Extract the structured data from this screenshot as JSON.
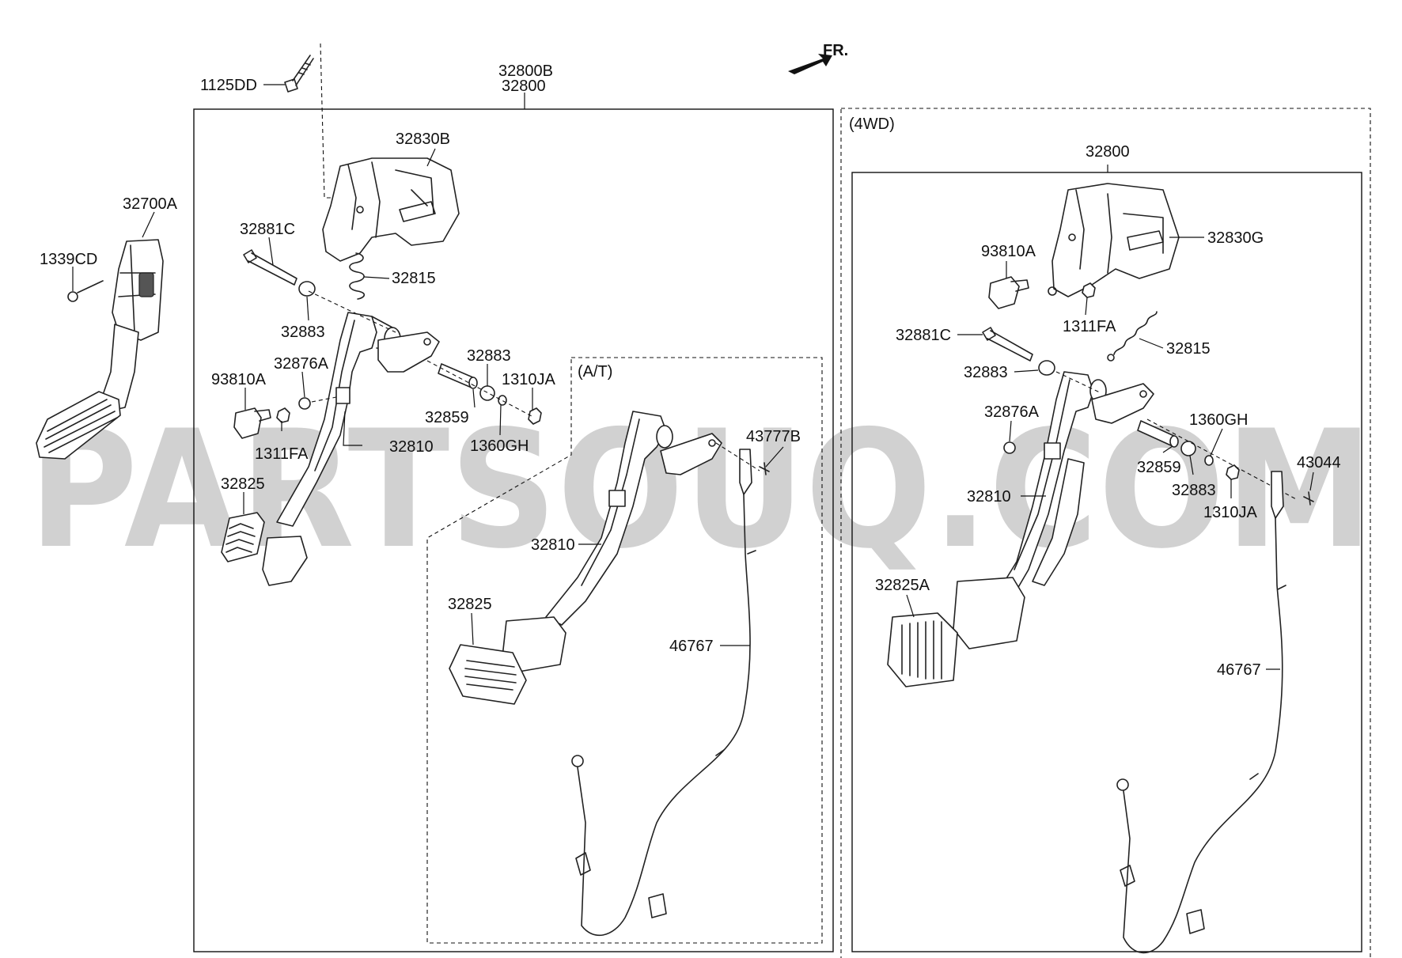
{
  "orientation": {
    "label": "FR."
  },
  "watermark": "PARTSOUQ.COM",
  "sections": {
    "at": "(A/T)",
    "fwd": "(4WD)"
  },
  "labels": {
    "p1125DD": "1125DD",
    "p32800B": "32800B",
    "p32800": "32800",
    "p32830B": "32830B",
    "p32700A": "32700A",
    "p32881C": "32881C",
    "p1339CD": "1339CD",
    "p32815": "32815",
    "p32883a": "32883",
    "p32883b": "32883",
    "p32876A": "32876A",
    "p93810A": "93810A",
    "p1310JA": "1310JA",
    "p32859": "32859",
    "p1360GH": "1360GH",
    "p1311FA": "1311FA",
    "p32810": "32810",
    "p32825": "32825",
    "p43777B": "43777B",
    "at32810": "32810",
    "at32825": "32825",
    "at46767": "46767",
    "w32800": "32800",
    "w32830G": "32830G",
    "w93810A": "93810A",
    "w1311FA": "1311FA",
    "w32881C": "32881C",
    "w32815": "32815",
    "w32883a": "32883",
    "w32876A": "32876A",
    "w1360GH": "1360GH",
    "w43044": "43044",
    "w32859": "32859",
    "w32883b": "32883",
    "w32810": "32810",
    "w1310JA": "1310JA",
    "w32825A": "32825A",
    "w46767": "46767"
  }
}
